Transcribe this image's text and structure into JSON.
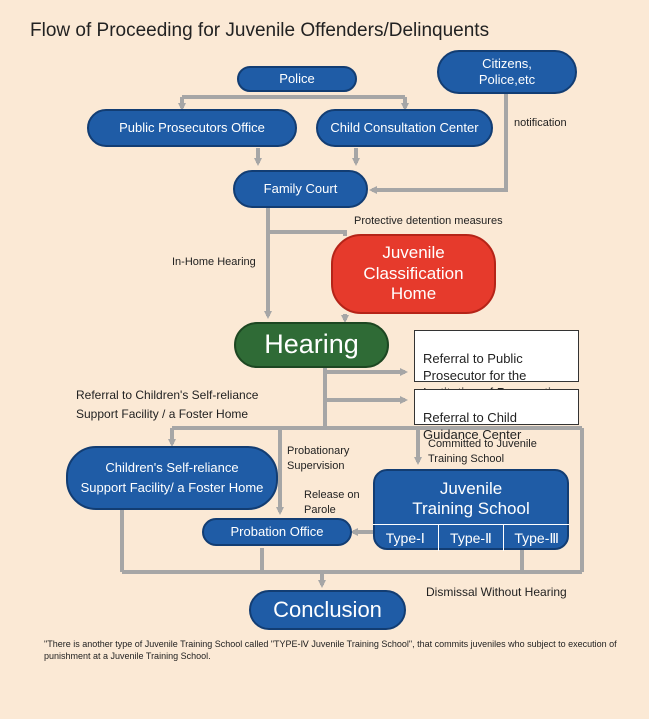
{
  "title": "Flow of Proceeding for Juvenile Offenders/Delinquents",
  "nodes": {
    "police": "Police",
    "citizens": "Citizens,\nPolice,etc",
    "prosecutors": "Public Prosecutors Office",
    "child_consultation": "Child Consultation Center",
    "family_court": "Family Court",
    "classification_home": "Juvenile\nClassification\nHome",
    "hearing": "Hearing",
    "referral_prosecutor": "Referral to Public\nProsecutor  for the\nInstitution of Prosecution",
    "referral_child_guidance": "Referral to Child\nGuidance Center",
    "self_reliance": "Children's Self-reliance\nSupport Facility/ a Foster Home",
    "training_school": "Juvenile\nTraining School",
    "types": [
      "Type-Ⅰ",
      "Type-Ⅱ",
      "Type-Ⅲ"
    ],
    "probation_office": "Probation Office",
    "conclusion": "Conclusion"
  },
  "labels": {
    "notification": "notification",
    "protective_detention": "Protective detention measures",
    "in_home_hearing": "In-Home Hearing",
    "referral_children": "Referral to Children's Self-reliance\nSupport Facility / a Foster Home",
    "probationary": "Probationary\nSupervision",
    "committed": "Committed to Juvenile\nTraining School",
    "release_parole": "Release on\nParole",
    "dismissal": "Dismissal Without Hearing"
  },
  "footnote": "\"There is another type of Juvenile Training School called \"TYPE-Ⅳ Juvenile Training School\", that commits juveniles who subject to execution of punishment at a Juvenile Training School.",
  "colors": {
    "background": "#fbe9d5",
    "node_blue": "#1f5ca6",
    "classification_red": "#e63a2c",
    "hearing_green": "#2f6b36",
    "connector_gray": "#a6a6a6"
  }
}
